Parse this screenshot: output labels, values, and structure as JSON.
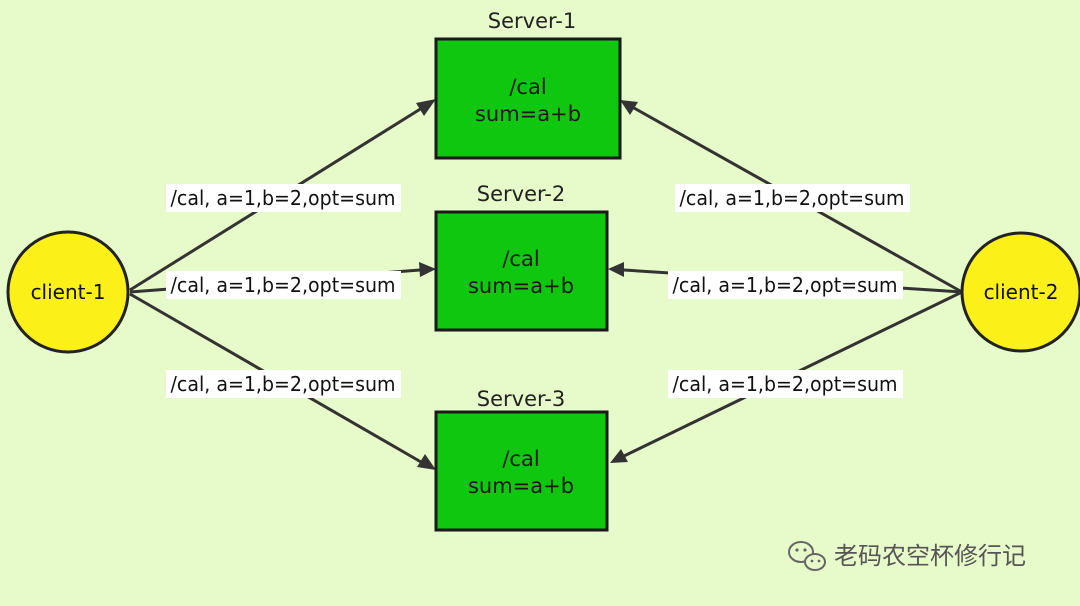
{
  "nodes": {
    "server_1": {
      "title": "Server-1",
      "line1": "/cal",
      "line2": "sum=a+b"
    },
    "server_2": {
      "title": "Server-2",
      "line1": "/cal",
      "line2": "sum=a+b"
    },
    "server_3": {
      "title": "Server-3",
      "line1": "/cal",
      "line2": "sum=a+b"
    },
    "client_1": {
      "label": "client-1"
    },
    "client_2": {
      "label": "client-2"
    }
  },
  "edges": {
    "c1_s1": "/cal, a=1,b=2,opt=sum",
    "c1_s2": "/cal, a=1,b=2,opt=sum",
    "c1_s3": "/cal, a=1,b=2,opt=sum",
    "c2_s1": "/cal, a=1,b=2,opt=sum",
    "c2_s2": "/cal, a=1,b=2,opt=sum",
    "c2_s3": "/cal, a=1,b=2,opt=sum"
  },
  "watermark": {
    "text": "老码农空杯修行记",
    "icon": "wechat-icon"
  },
  "colors": {
    "background": "#e6fbc9",
    "server_fill": "#0fc70f",
    "client_fill": "#fbf017",
    "edge": "#333333"
  }
}
